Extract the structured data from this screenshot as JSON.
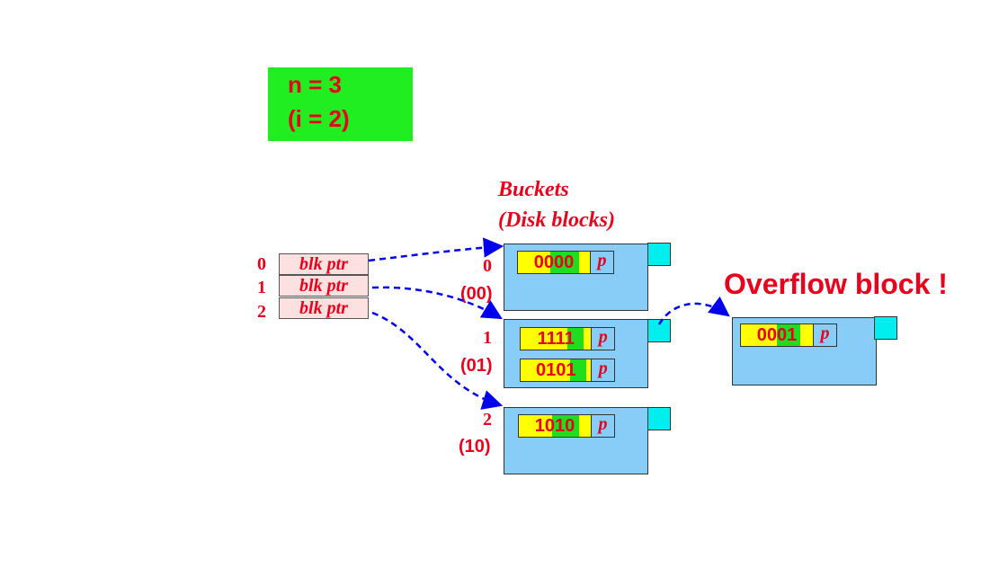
{
  "info": {
    "n_line": "n = 3",
    "i_line": "(i = 2)"
  },
  "buckets_label": {
    "line1": "Buckets",
    "line2": "(Disk blocks)"
  },
  "overflow_label": "Overflow block !",
  "directory": [
    {
      "index": "0",
      "label": "blk ptr"
    },
    {
      "index": "1",
      "label": "blk ptr"
    },
    {
      "index": "2",
      "label": "blk ptr"
    }
  ],
  "buckets": [
    {
      "number": "0",
      "code": "(00)",
      "records": [
        {
          "key": "0000",
          "pointer": "p"
        }
      ]
    },
    {
      "number": "1",
      "code": "(01)",
      "records": [
        {
          "key": "1111",
          "pointer": "p"
        },
        {
          "key": "0101",
          "pointer": "p"
        }
      ]
    },
    {
      "number": "2",
      "code": "(10)",
      "records": [
        {
          "key": "1010",
          "pointer": "p"
        }
      ]
    }
  ],
  "overflow": {
    "records": [
      {
        "key": "0001",
        "pointer": "p"
      }
    ]
  },
  "colors": {
    "text_red": "#e8001c",
    "info_green": "#20ee20",
    "bucket_blue": "#88ccf8",
    "flag_cyan": "#00eeee",
    "record_yellow": "#ffff00",
    "highlight_green": "#20dd20",
    "directory_pink": "#fde0e0",
    "arrow_blue": "#0000ee"
  }
}
